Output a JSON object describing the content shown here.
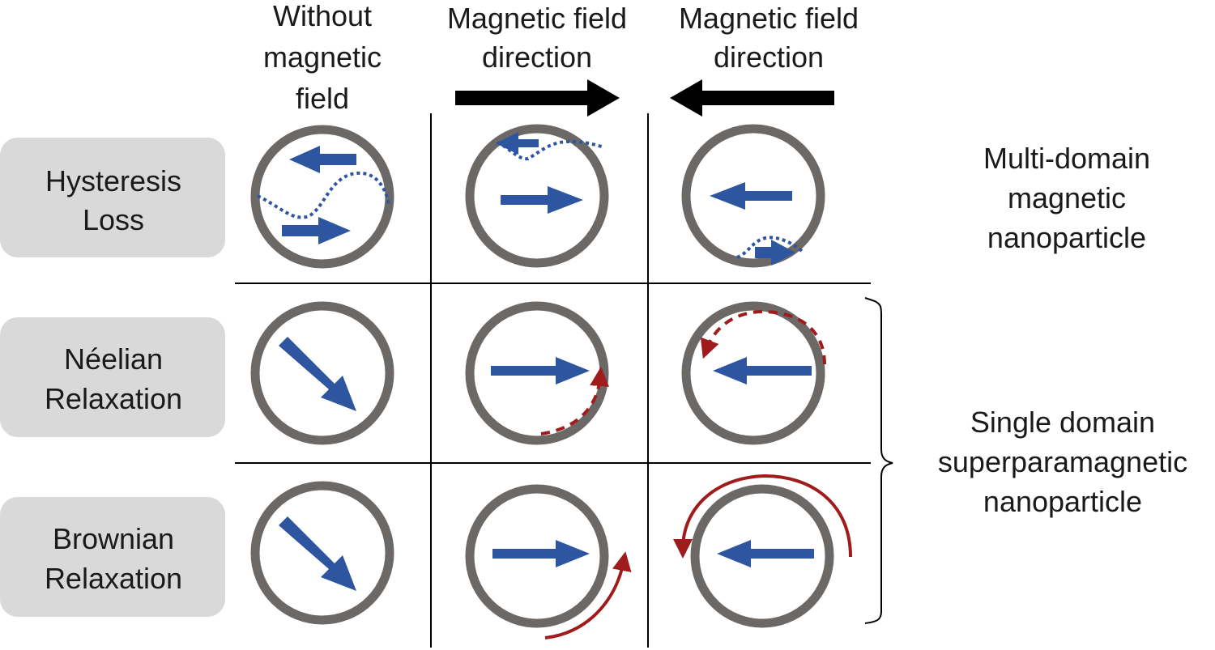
{
  "headers": {
    "col1": [
      "Without",
      "magnetic",
      "field"
    ],
    "col2": [
      "Magnetic field",
      "direction"
    ],
    "col3": [
      "Magnetic field",
      "direction"
    ]
  },
  "rows": {
    "hysteresis": [
      "Hysteresis",
      "Loss"
    ],
    "neelian": [
      "Néelian",
      "Relaxation"
    ],
    "brownian": [
      "Brownian",
      "Relaxation"
    ]
  },
  "side": {
    "multi": [
      "Multi-domain",
      "magnetic",
      "nanoparticle"
    ],
    "single": [
      "Single domain",
      "superparamagnetic",
      "nanoparticle"
    ]
  },
  "colors": {
    "moment_arrow": "#2e55a0",
    "rotation_arrow": "#a01c1c",
    "particle_ring": "#6b6866",
    "label_box": "#d9d9d9",
    "field_arrow": "#000000"
  }
}
